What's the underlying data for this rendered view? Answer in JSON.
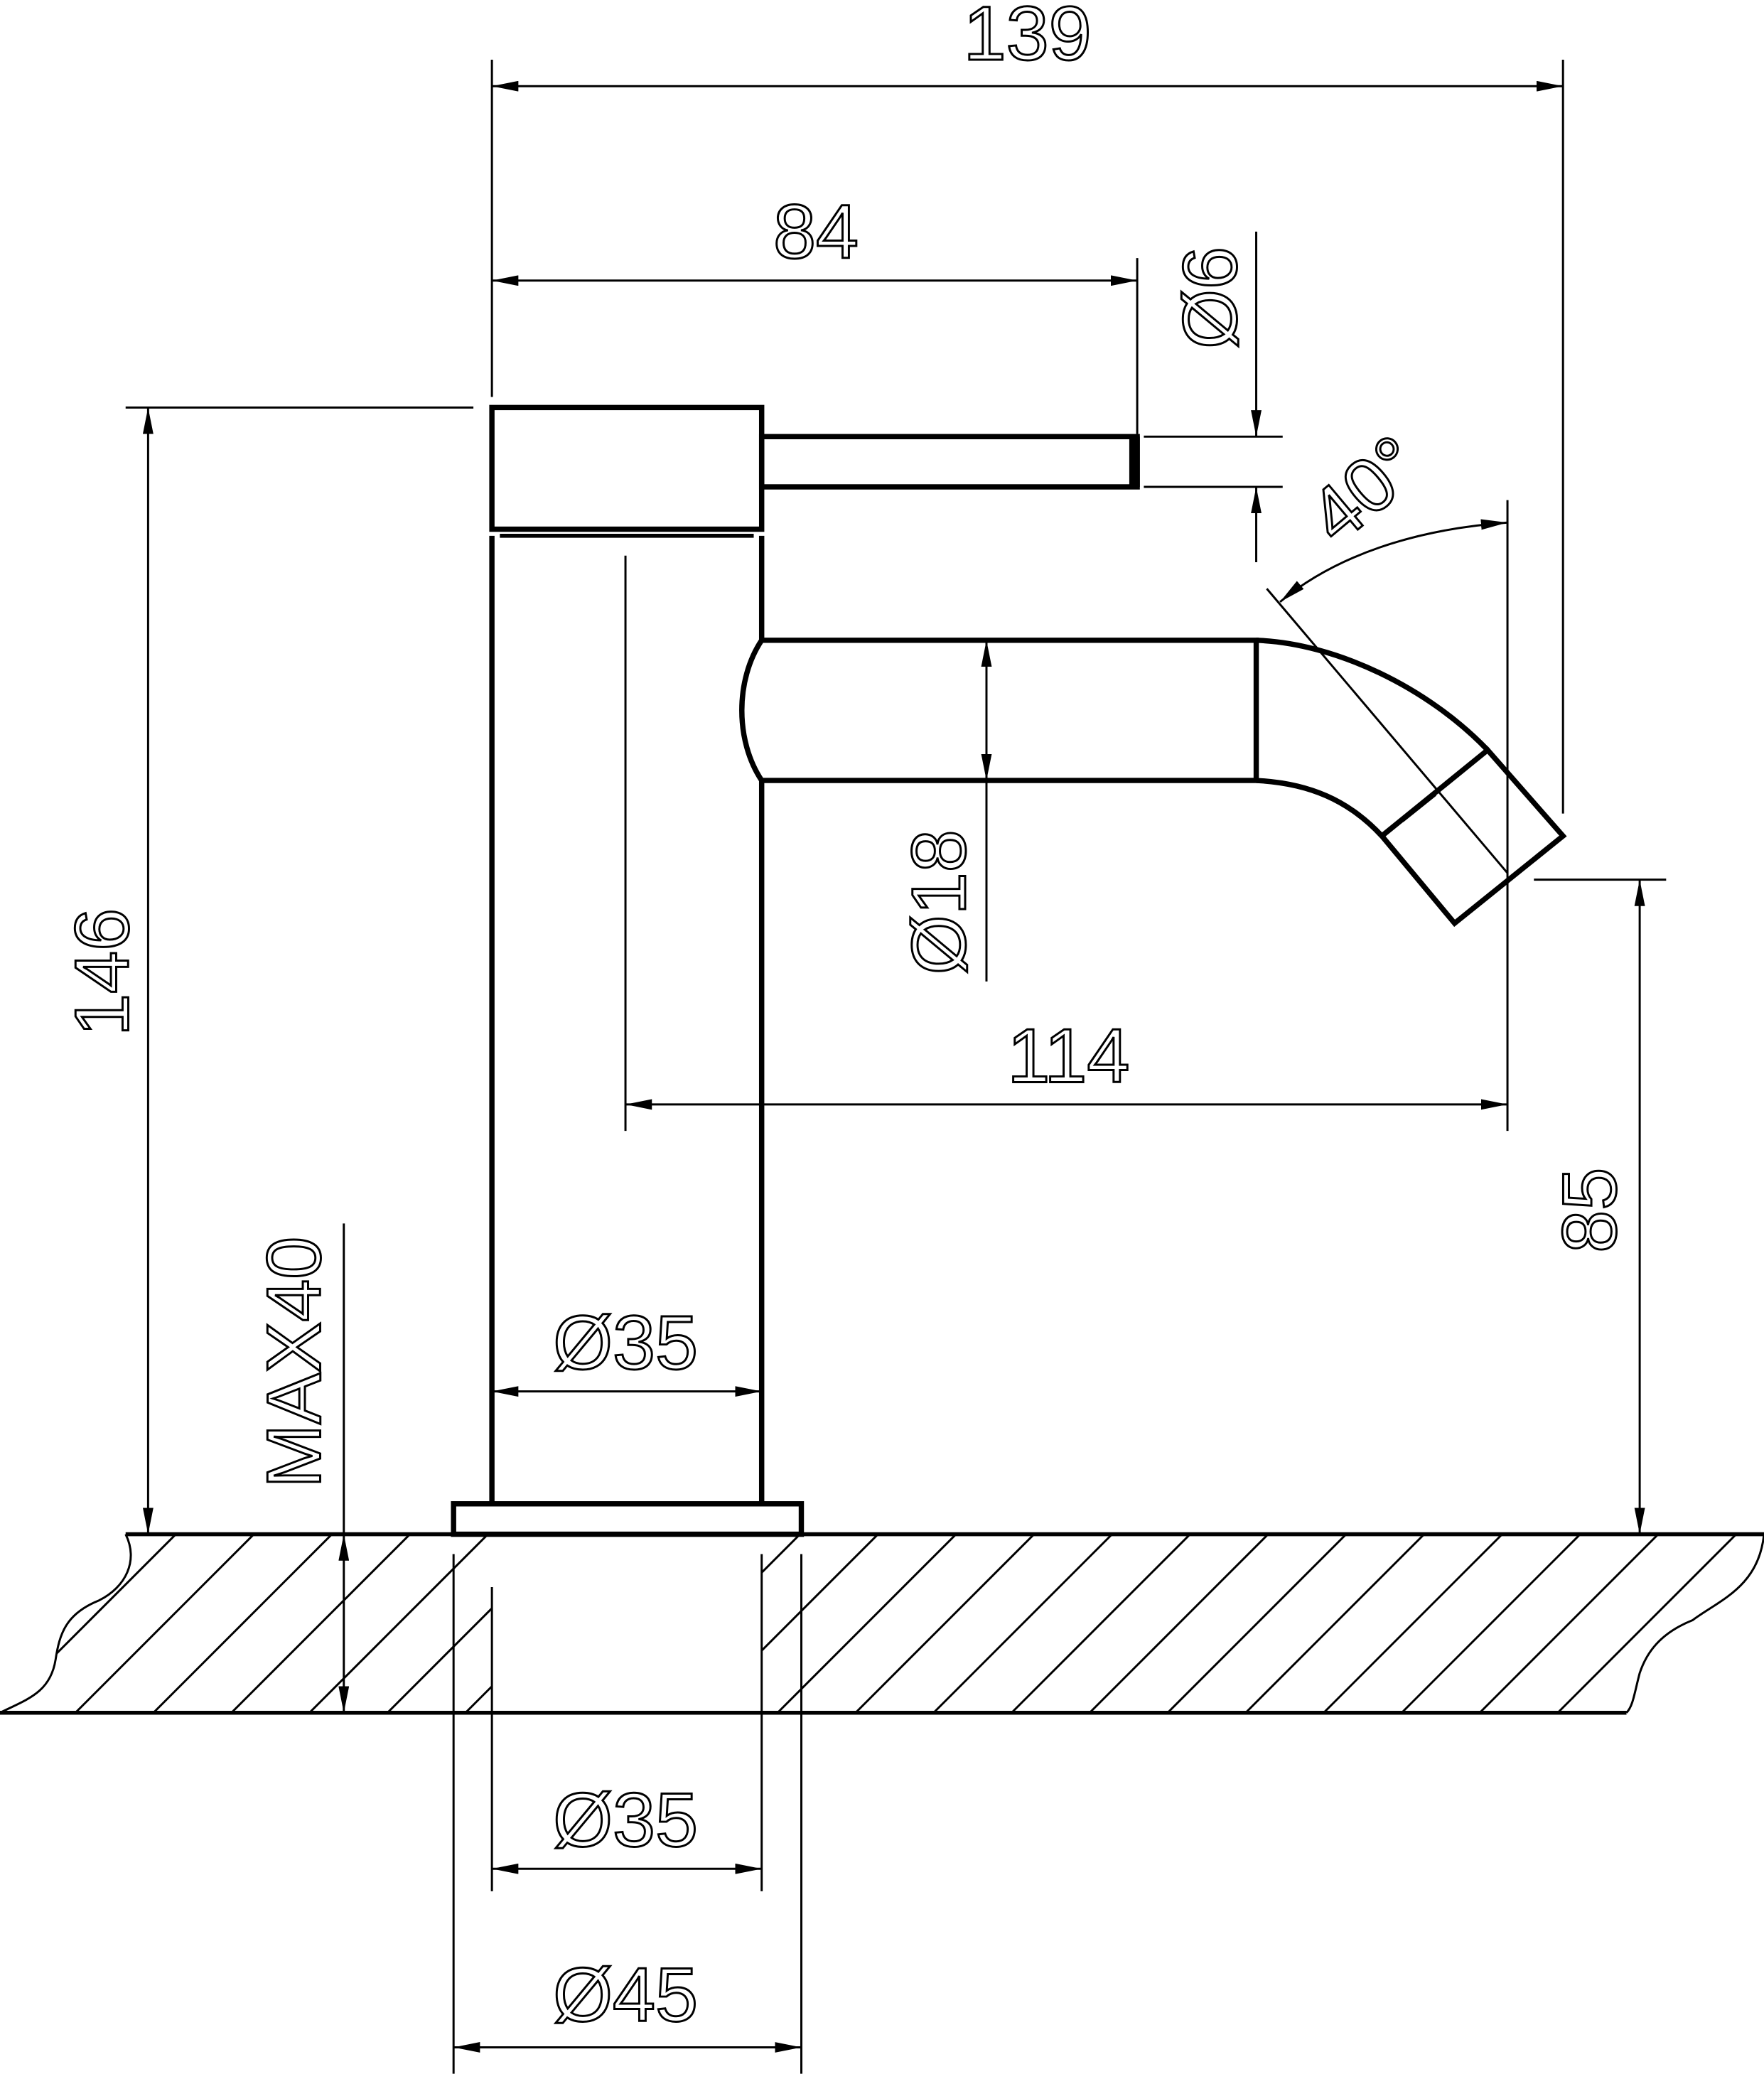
{
  "drawing": {
    "title": "Bidet mixer side elevation",
    "colors": {
      "line": "#000000",
      "background": "#ffffff"
    },
    "dimensions": {
      "overall_width": "139",
      "lever_length": "84",
      "lever_diameter": "Ø6",
      "spout_angle": "40°",
      "overall_height": "146",
      "spout_diameter": "Ø18",
      "spout_reach": "114",
      "spout_height": "85",
      "max_deck_thickness": "MAX40",
      "body_diameter": "Ø35",
      "hole_diameter": "Ø35",
      "flange_diameter": "Ø45"
    }
  }
}
